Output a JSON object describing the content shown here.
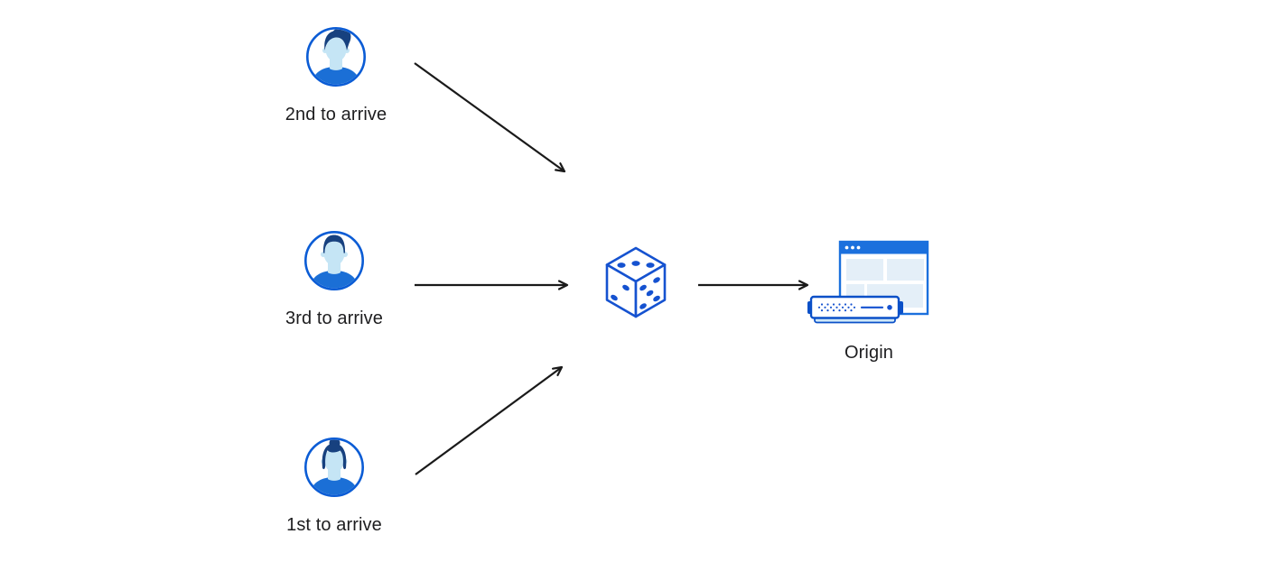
{
  "diagram": {
    "description": "Random selection load balancing: users arriving are routed via dice (random) to origin",
    "users": [
      {
        "id": "user-top",
        "label": "2nd to arrive",
        "icon": "avatar-man-quiff-icon"
      },
      {
        "id": "user-middle",
        "label": "3rd to arrive",
        "icon": "avatar-man-short-hair-icon"
      },
      {
        "id": "user-bottom",
        "label": "1st to arrive",
        "icon": "avatar-woman-bun-icon"
      }
    ],
    "selector": {
      "id": "dice-node",
      "icon": "dice-icon"
    },
    "origin": {
      "id": "origin-node",
      "label": "Origin",
      "icon": "origin-server-browser-icon"
    },
    "arrows": [
      {
        "from": "user-top",
        "to": "dice-node",
        "direction": "down-right"
      },
      {
        "from": "user-middle",
        "to": "dice-node",
        "direction": "right"
      },
      {
        "from": "user-bottom",
        "to": "dice-node",
        "direction": "up-right"
      },
      {
        "from": "dice-node",
        "to": "origin-node",
        "direction": "right"
      }
    ],
    "colors": {
      "outline_blue": "#0b5cd5",
      "dice_blue": "#1552d0",
      "dark_navy_hair": "#17417f",
      "skin_light_blue": "#c5e5f5",
      "shirt_blue": "#1b6fd6",
      "titlebar_blue": "#1b70dd",
      "pale_block_blue": "#e4eff8",
      "server_border_blue": "#0b50c8",
      "server_base_blue": "#cfe8f8",
      "arrow_black": "#1a1a1a",
      "label_text": "#1d1d1f",
      "background": "#ffffff"
    }
  }
}
